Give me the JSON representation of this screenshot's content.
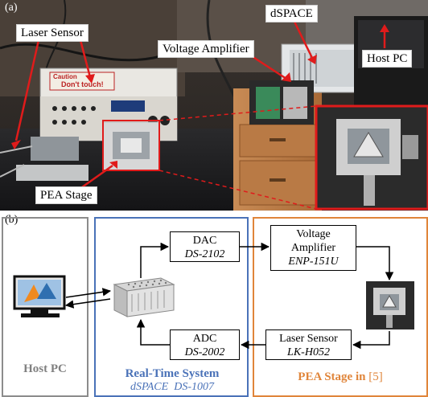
{
  "panel_a": {
    "tag": "(a)",
    "labels": {
      "laser_sensor": "Laser Sensor",
      "dspace": "dSPACE",
      "voltage_amplifier": "Voltage Amplifier",
      "host_pc": "Host PC",
      "pea_stage": "PEA Stage"
    },
    "device_sign": "Don't touch!",
    "device_sign_top": "Caution"
  },
  "panel_b": {
    "tag": "(b)",
    "blocks": {
      "dac": {
        "title": "DAC",
        "model": "DS-2102"
      },
      "adc": {
        "title": "ADC",
        "model": "DS-2002"
      },
      "voltage_amplifier": {
        "title_line1": "Voltage",
        "title_line2": "Amplifier",
        "model": "ENP-151U"
      },
      "laser_sensor": {
        "title": "Laser Sensor",
        "model": "LK-H052"
      }
    },
    "groups": {
      "host_pc": {
        "label": "Host PC"
      },
      "real_time": {
        "label": "Real-Time System",
        "sub_a": "dSPACE",
        "sub_b": "DS-1007"
      },
      "pea_stage": {
        "label": "PEA Stage in",
        "ref": "[5]"
      }
    }
  },
  "colors": {
    "host_pc_border": "#8c8c8c",
    "real_time_border": "#4a72b8",
    "pea_stage_border": "#e0853a",
    "callout_arrow": "#e01b1b"
  }
}
